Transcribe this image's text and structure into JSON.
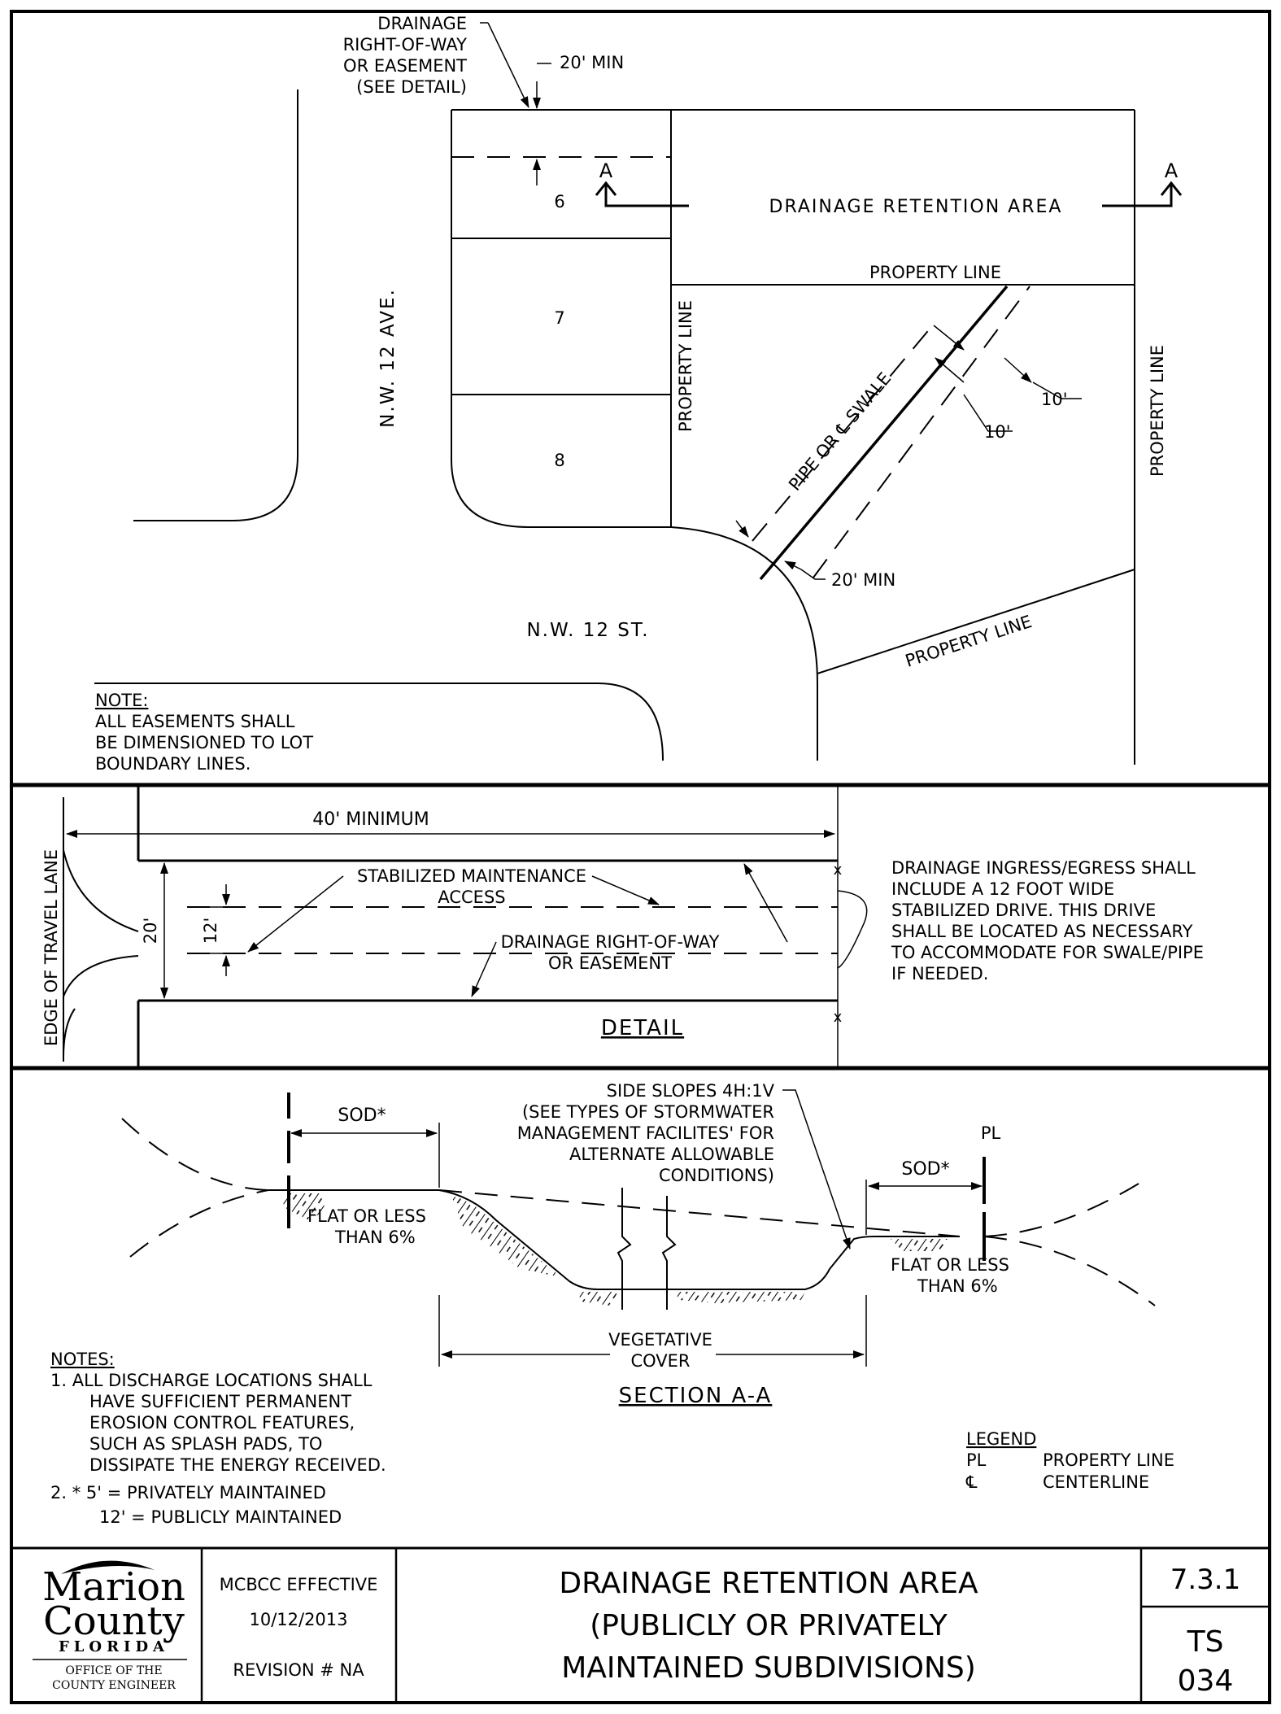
{
  "plan": {
    "easement_label": [
      "DRAINAGE",
      "RIGHT-OF-WAY",
      "OR EASEMENT",
      "(SEE DETAIL)"
    ],
    "min_20_top": "20' MIN",
    "section_marker": "A",
    "lots": [
      "6",
      "7",
      "8"
    ],
    "retention_area": "DRAINAGE RETENTION AREA",
    "property_line": "PROPERTY LINE",
    "street_ave": "N.W. 12 AVE.",
    "street_st": "N.W. 12 ST.",
    "pipe_swale": "PIPE OR ℄ SWALE",
    "dim_10_a": "10'",
    "dim_10_b": "10'",
    "min_20_bottom": "20' MIN",
    "note_title": "NOTE:",
    "note_lines": [
      "ALL EASEMENTS SHALL",
      "BE DIMENSIONED TO LOT",
      "BOUNDARY LINES."
    ]
  },
  "detail": {
    "min_40": "40' MINIMUM",
    "edge_travel_lane": "EDGE OF TRAVEL LANE",
    "dim_20": "20'",
    "dim_12": "12'",
    "stabilized": [
      "STABILIZED MAINTENANCE",
      "ACCESS"
    ],
    "drainage_row": [
      "DRAINAGE RIGHT-OF-WAY",
      "OR EASEMENT"
    ],
    "title": "DETAIL",
    "x_mark": "x",
    "notes": [
      "DRAINAGE INGRESS/EGRESS SHALL",
      "INCLUDE A 12 FOOT WIDE",
      "STABILIZED DRIVE. THIS DRIVE",
      "SHALL BE LOCATED AS NECESSARY",
      "TO ACCOMMODATE FOR SWALE/PIPE",
      "IF NEEDED."
    ]
  },
  "section": {
    "side_slopes": [
      "SIDE SLOPES 4H:1V",
      "(SEE TYPES  OF STORMWATER",
      "MANAGEMENT FACILITES' FOR",
      "ALTERNATE ALLOWABLE",
      "CONDITIONS)"
    ],
    "sod_left": "SOD*",
    "sod_right": "SOD*",
    "pl": "PL",
    "flat_left": [
      "FLAT OR LESS",
      "THAN 6%"
    ],
    "flat_right": [
      "FLAT OR LESS",
      "THAN 6%"
    ],
    "vegetative": [
      "VEGETATIVE",
      "COVER"
    ],
    "title": "SECTION A-A",
    "notes_title": "NOTES:",
    "notes": [
      "1.   ALL DISCHARGE LOCATIONS SHALL",
      "HAVE SUFFICIENT PERMANENT",
      "EROSION CONTROL FEATURES,",
      "SUCH AS SPLASH PADS, TO",
      "DISSIPATE THE ENERGY RECEIVED.",
      "2.   * 5'  =  PRIVATELY MAINTAINED",
      "12'  =  PUBLICLY MAINTAINED"
    ],
    "legend_title": "LEGEND",
    "legend": [
      {
        "key": "PL",
        "value": "PROPERTY LINE"
      },
      {
        "key": "℄",
        "value": "CENTERLINE"
      }
    ]
  },
  "title_block": {
    "logo_line1": "Marion",
    "logo_line2": "County",
    "logo_line3": "FLORIDA",
    "office": [
      "OFFICE OF THE",
      "COUNTY ENGINEER"
    ],
    "effective": "MCBCC EFFECTIVE",
    "date": "10/12/2013",
    "revision": "REVISION  #  NA",
    "title_lines": [
      "DRAINAGE  RETENTION  AREA",
      "(PUBLICLY  OR  PRIVATELY",
      "MAINTAINED  SUBDIVISIONS)"
    ],
    "number": "7.3.1",
    "code_lines": [
      "TS",
      "034"
    ]
  }
}
